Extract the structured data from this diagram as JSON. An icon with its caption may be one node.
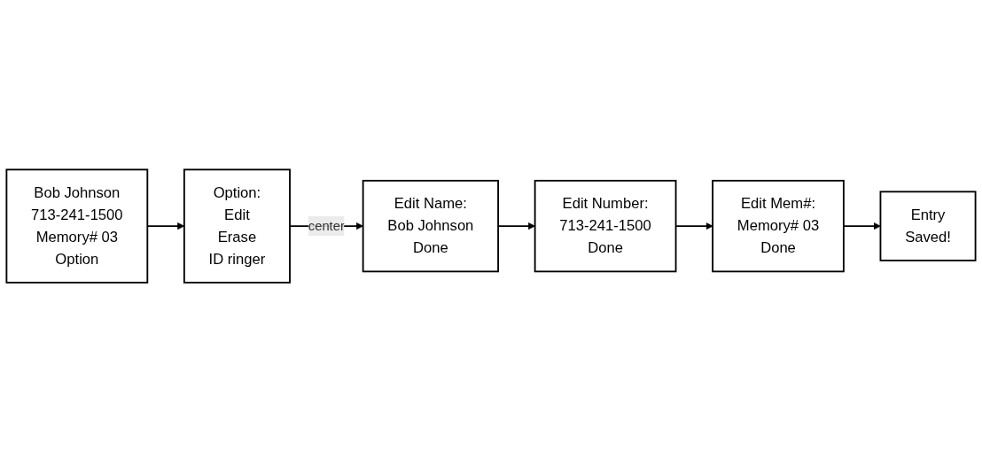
{
  "diagram": {
    "nodes": [
      {
        "text": [
          "Bob Johnson",
          "713-241-1500",
          "Memory# 03",
          "Option"
        ]
      },
      {
        "text": [
          "Option:",
          "Edit",
          "Erase",
          "ID ringer"
        ]
      },
      {
        "text": [
          "Edit Name:",
          "Bob Johnson",
          "Done"
        ]
      },
      {
        "text": [
          "Entry",
          "Saved!"
        ]
      },
      {
        "text": [
          "Edit Mem#:",
          "Memory# 03",
          "Done"
        ]
      },
      {
        "text": [
          "Edit Number:",
          "713-241-1500",
          "Done"
        ]
      }
    ],
    "edges": [
      {
        "from": 0,
        "to": 1,
        "arrow": "to"
      },
      {
        "from": 1,
        "to": 2,
        "label": "center",
        "arrow": "to"
      },
      {
        "from": 2,
        "to": 5,
        "arrow": "to"
      },
      {
        "from": 5,
        "to": 4,
        "arrow": "to"
      },
      {
        "from": 4,
        "to": 3,
        "arrow": "to"
      }
    ]
  }
}
